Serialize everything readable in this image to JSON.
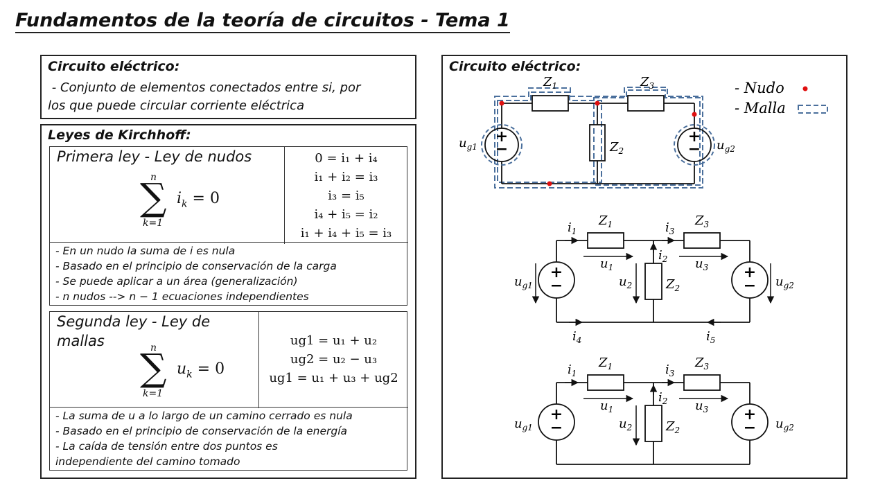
{
  "title": "Fundamentos de la teoría de circuitos - Tema 1",
  "definition": {
    "heading": "Circuito eléctrico:",
    "line1": " - Conjunto de elementos conectados entre si, por",
    "line2": "los que puede circular corriente eléctrica"
  },
  "kirchhoff": {
    "heading": "Leyes de Kirchhoff:",
    "first_law": {
      "title": "Primera ley - Ley de nudos",
      "sum_upper": "n",
      "sum_lower": "k=1",
      "sum_body": "i",
      "sum_sub": "k",
      "sum_rhs": " = 0",
      "equations": [
        "0 = i₁ + i₄",
        "i₁ + i₂ = i₃",
        "i₃ = i₅",
        "i₄ + i₅ = i₂",
        "i₁ + i₄ + i₅ = i₃"
      ],
      "notes": [
        "- En un nudo la suma de i es nula",
        "- Basado en el principio de conservación de la carga",
        "- Se puede aplicar a un área (generalización)",
        "- n nudos --> n − 1 ecuaciones independientes"
      ]
    },
    "second_law": {
      "title_line1": "Segunda ley - Ley de",
      "title_line2": "mallas",
      "sum_upper": "n",
      "sum_lower": "k=1",
      "sum_body": "u",
      "sum_sub": "k",
      "sum_rhs": " = 0",
      "equations": [
        "ug1 = u₁ + u₂",
        "ug2 = u₂ − u₃",
        "ug1 = u₁ + u₃ + ug2"
      ],
      "notes": [
        "- La suma de u a lo largo de un camino cerrado es nula",
        "- Basado en el principio de conservación de la energía",
        "- La caída de tensión entre dos puntos es",
        "independiente del camino tomado"
      ]
    }
  },
  "circuit_panel": {
    "heading": "Circuito eléctrico:",
    "legend_node": "- Nudo",
    "legend_mesh": "- Malla",
    "labels": {
      "Z1": "Z",
      "Z2": "Z",
      "Z3": "Z",
      "ug": "u",
      "sub_g1": "g1",
      "sub_g2": "g2",
      "sub1": "1",
      "sub2": "2",
      "sub3": "3",
      "sub4": "4",
      "sub5": "5",
      "i": "i",
      "u": "u"
    }
  },
  "colors": {
    "node": "#e01010",
    "mesh": "#4a6f9c",
    "ink": "#111111"
  }
}
